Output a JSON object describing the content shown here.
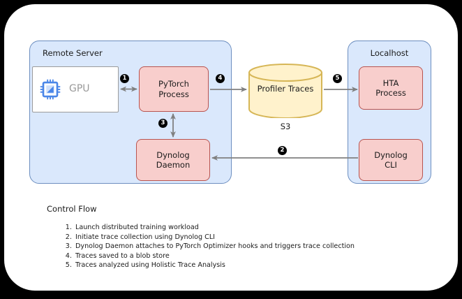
{
  "diagram": {
    "groups": [
      {
        "id": "remote-server",
        "label": "Remote Server"
      },
      {
        "id": "localhost",
        "label": "Localhost"
      }
    ],
    "nodes": [
      {
        "id": "gpu",
        "label": "GPU",
        "icon": "cpu-chip-icon"
      },
      {
        "id": "pytorch-process",
        "line1": "PyTorch",
        "line2": "Process"
      },
      {
        "id": "dynolog-daemon",
        "line1": "Dynolog",
        "line2": "Daemon"
      },
      {
        "id": "hta-process",
        "line1": "HTA",
        "line2": "Process"
      },
      {
        "id": "dynolog-cli",
        "line1": "Dynolog",
        "line2": "CLI"
      }
    ],
    "datastore": {
      "id": "s3-bucket",
      "label": "Profiler Traces",
      "caption": "S3"
    },
    "step_badges": [
      {
        "id": "badge-1",
        "number": "1"
      },
      {
        "id": "badge-2",
        "number": "2"
      },
      {
        "id": "badge-3",
        "number": "3"
      },
      {
        "id": "badge-4",
        "number": "4"
      },
      {
        "id": "badge-5",
        "number": "5"
      }
    ],
    "colors": {
      "group_fill": "#dae8fc",
      "group_stroke": "#6c8ebf",
      "node_fill": "#f8cecc",
      "node_stroke": "#b85450",
      "store_fill": "#fff2cc",
      "store_stroke": "#d6b656",
      "arrow": "#808080",
      "badge": "#000000",
      "card": "#ffffff",
      "backdrop": "#000000",
      "gpu_text": "#999999",
      "chip_icon": "#4a86e8"
    }
  },
  "control_flow": {
    "title": "Control Flow",
    "steps": [
      "Launch distributed training workload",
      "Initiate trace collection using Dynolog CLI",
      "Dynolog Daemon attaches to PyTorch Optimizer hooks and triggers trace collection",
      "Traces saved to a blob store",
      "Traces analyzed using Holistic Trace Analysis"
    ]
  }
}
